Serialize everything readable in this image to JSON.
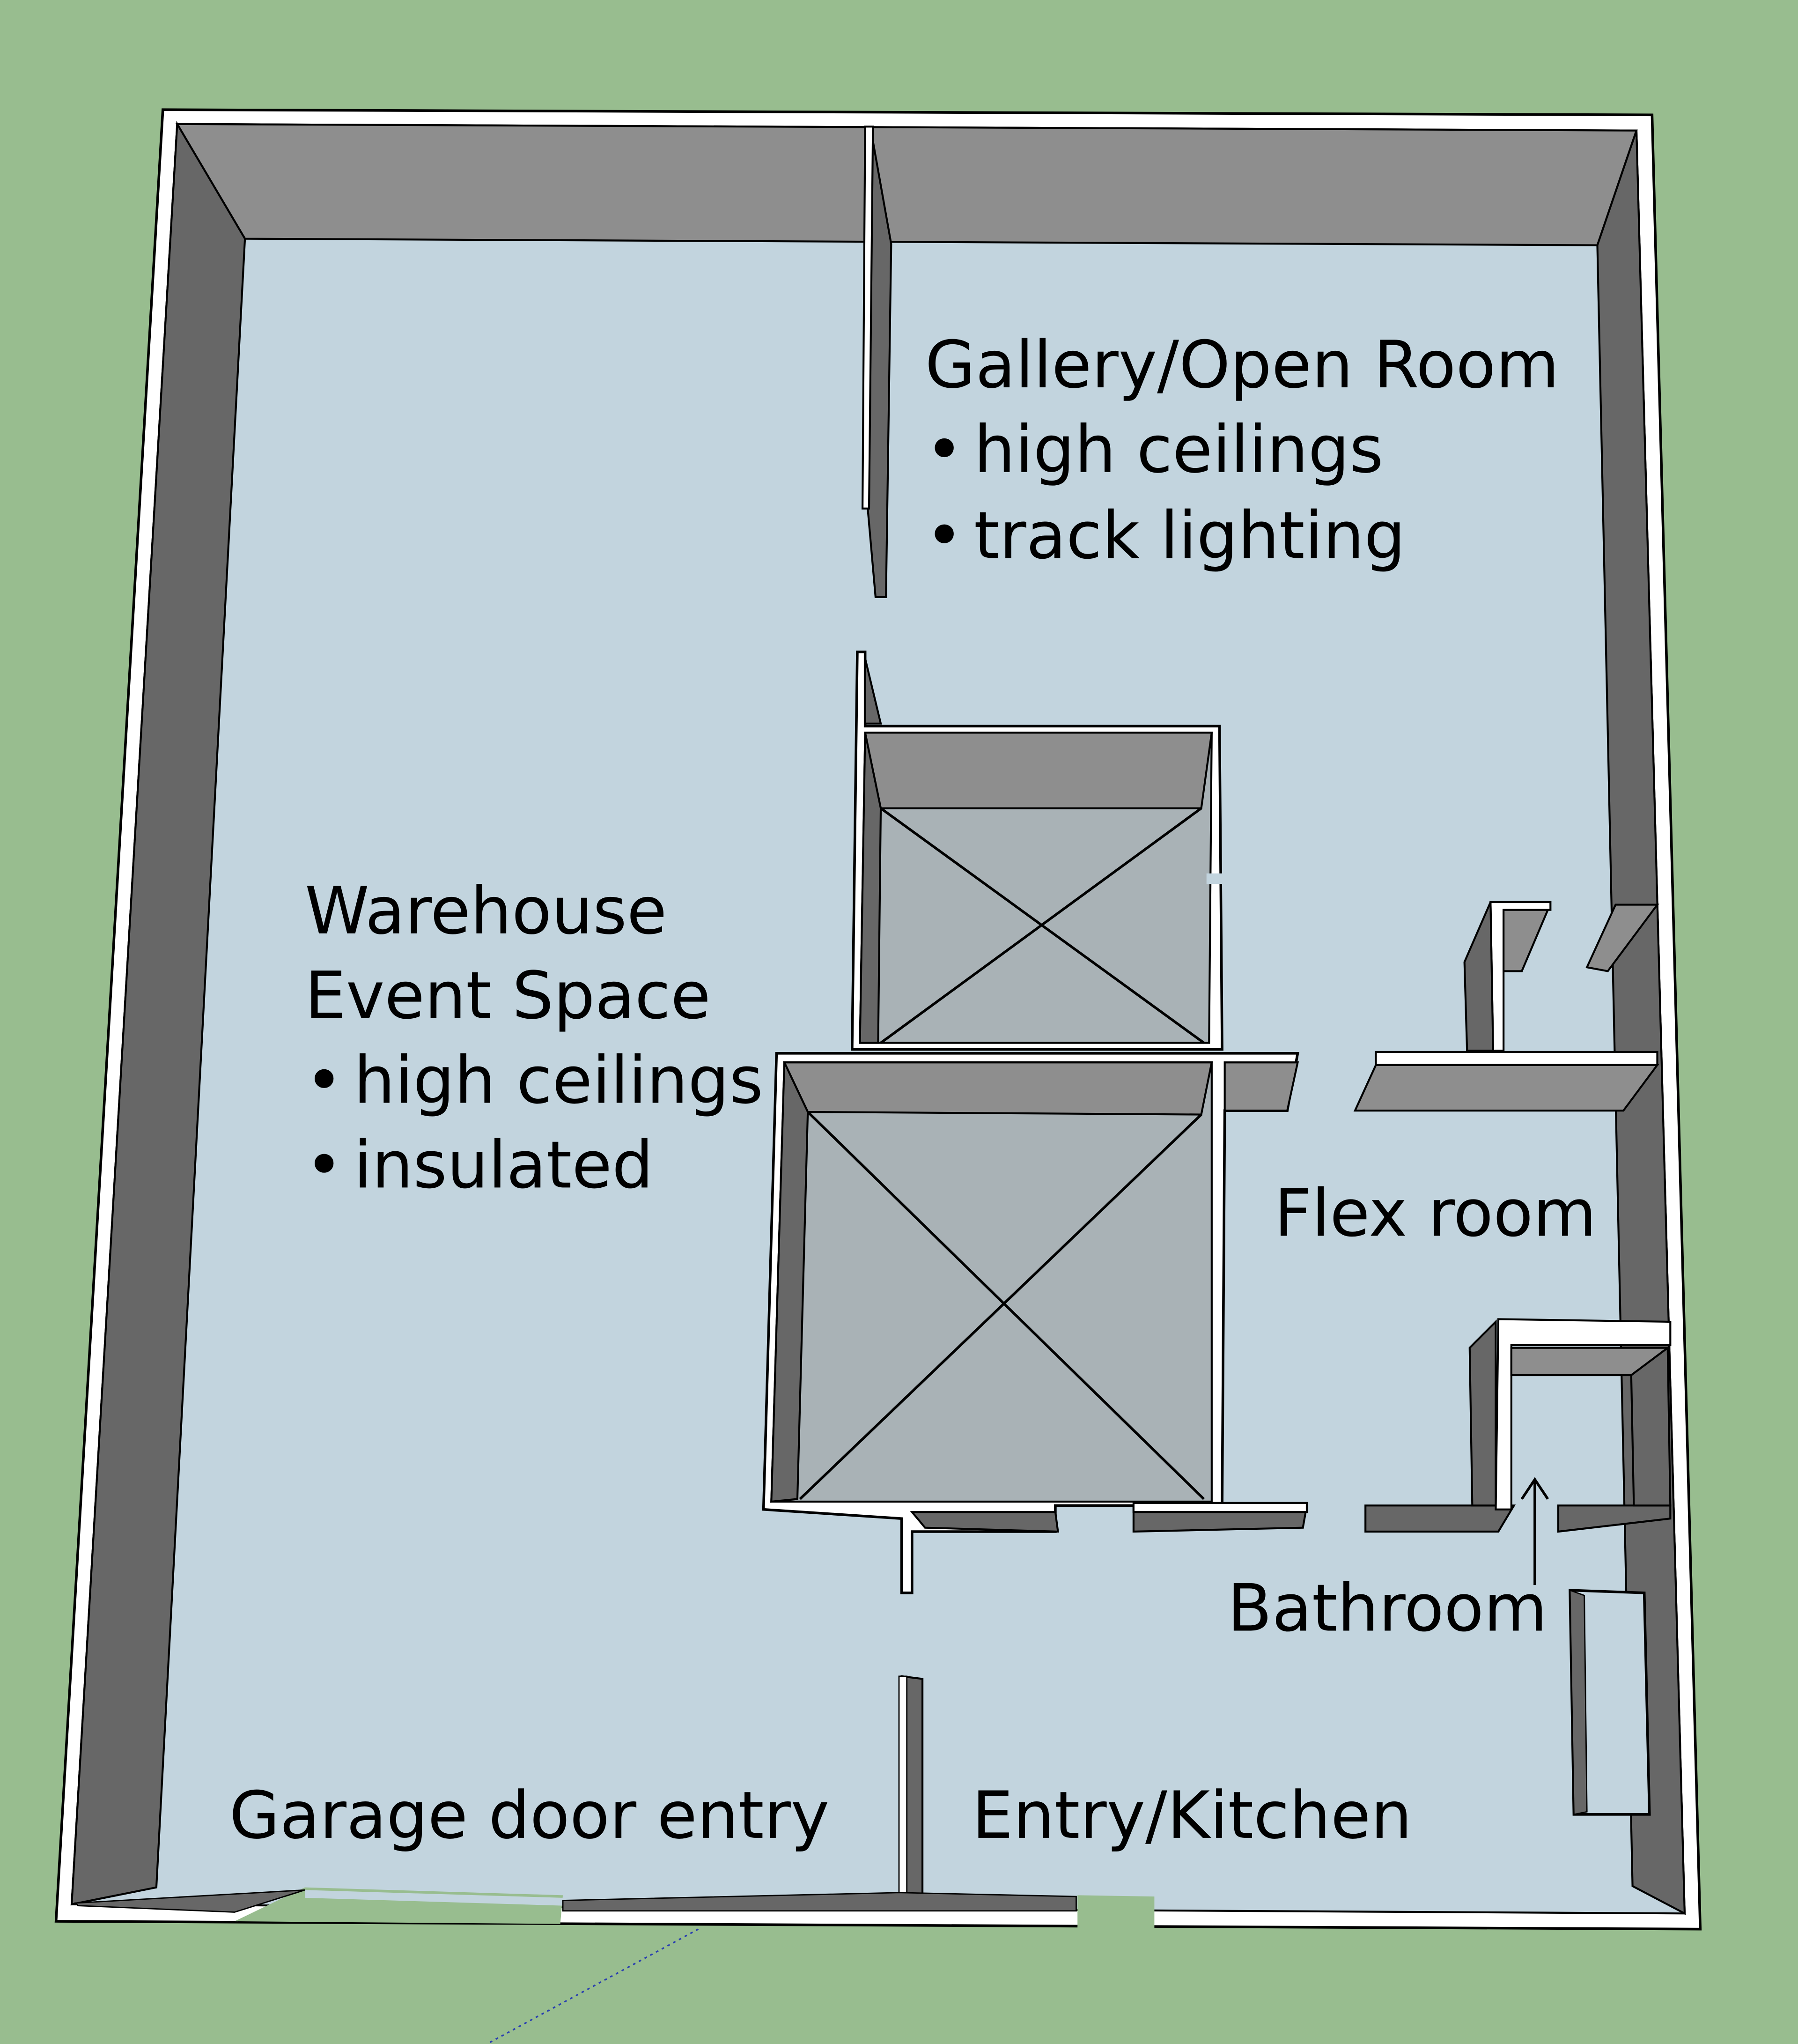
{
  "diagram": {
    "type": "floor-plan",
    "colors": {
      "ground": "#98bd8f",
      "floor": "#c2d4de",
      "wall_top": "#ffffff",
      "wall_side_dark": "#676767",
      "wall_side_mid": "#8e8e8e",
      "enclosed_floor": "#a9b2b6",
      "outline": "#000000",
      "guide_line": "#2a3fb0"
    },
    "rooms": {
      "gallery": {
        "title": "Gallery/Open Room",
        "bullets": [
          "high ceilings",
          "track lighting"
        ]
      },
      "warehouse": {
        "title_line1": "Warehouse",
        "title_line2": "Event Space",
        "bullets": [
          "high ceilings",
          "insulated"
        ]
      },
      "flex": {
        "title": "Flex room"
      },
      "bathroom": {
        "title": "Bathroom"
      },
      "garage": {
        "title": "Garage door entry"
      },
      "kitchen": {
        "title": "Entry/Kitchen"
      }
    },
    "bullet_glyph": "•"
  }
}
